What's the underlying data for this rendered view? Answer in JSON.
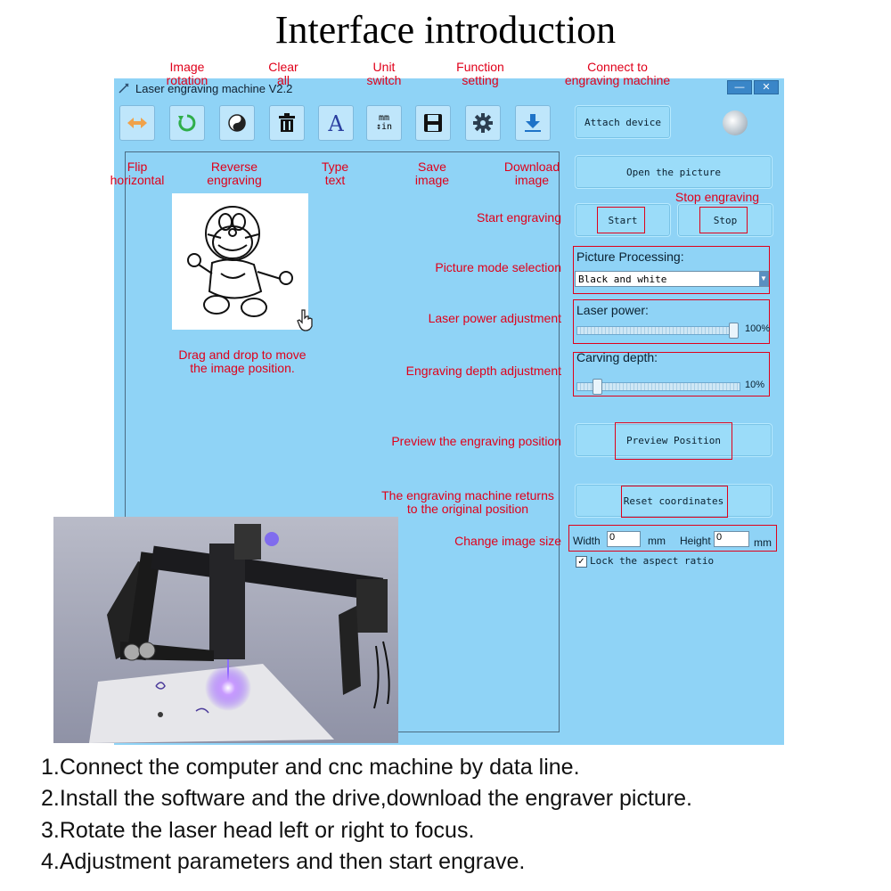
{
  "page": {
    "title": "Interface introduction"
  },
  "window": {
    "title": "Laser engraving machine V2.2",
    "minimize": "—",
    "close": "✕"
  },
  "toolbar": {
    "icons": [
      "flip-horizontal-icon",
      "rotate-icon",
      "reverse-engraving-icon",
      "trash-icon",
      "text-icon",
      "unit-switch-icon",
      "save-icon",
      "gear-icon",
      "download-icon"
    ],
    "unit_mm": "mm",
    "unit_in": "↕in"
  },
  "annotations": {
    "image_rotation": "Image\nrotation",
    "clear_all": "Clear\nall",
    "unit_switch": "Unit\nswitch",
    "function_setting": "Function\nsetting",
    "connect": "Connect to\nengraving machine",
    "flip": "Flip\nhorizontal",
    "reverse": "Reverse\nengraving",
    "type_text": "Type\ntext",
    "save_image": "Save\nimage",
    "download_image": "Download\nimage",
    "stop_engraving": "Stop engraving",
    "start_engraving": "Start engraving",
    "mode_selection": "Picture mode selection",
    "power_adjust": "Laser power adjustment",
    "depth_adjust": "Engraving depth adjustment",
    "drag_drop": "Drag and drop to move\nthe image position.",
    "preview": "Preview the engraving position",
    "returns": "The engraving machine returns\nto the original position",
    "image_size": "Change image size"
  },
  "panel": {
    "attach": "Attach device",
    "open_picture": "Open the picture",
    "start": "Start",
    "stop": "Stop",
    "processing_label": "Picture Processing:",
    "mode_value": "Black and white",
    "power_label": "Laser power:",
    "power_value": "100%",
    "power_level": 1.0,
    "depth_label": "Carving depth:",
    "depth_value": "10%",
    "depth_level": 0.1,
    "preview": "Preview Position",
    "reset": "Reset coordinates",
    "width_label": "Width",
    "width_value": "0",
    "width_unit": "mm",
    "height_label": "Height",
    "height_value": "0",
    "height_unit": "mm",
    "lock_label": "Lock the aspect ratio",
    "lock_checked": true
  },
  "instructions": [
    "1.Connect the computer and cnc machine by data line.",
    "2.Install the software and the drive,download the engraver picture.",
    "3.Rotate the laser head left or right to focus.",
    "4.Adjustment parameters and then start engrave."
  ],
  "colors": {
    "window_bg": "#8fd3f6",
    "annotation": "#e0001a",
    "laser": "#7b3cff"
  }
}
